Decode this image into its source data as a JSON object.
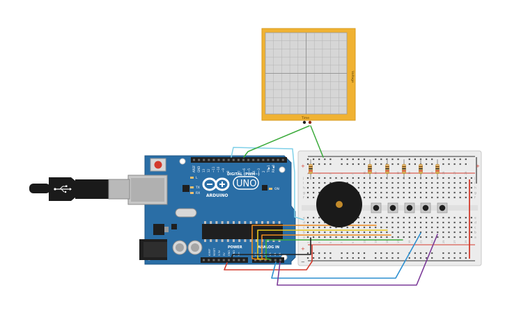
{
  "arduino": {
    "brand": "ARDUINO",
    "model": "UNO",
    "header_digital": "DIGITAL (PWM~)",
    "header_power": "POWER",
    "header_analog": "ANALOG IN",
    "pin_aref": "AREF",
    "pin_gnd": "GND",
    "pin_13": "13",
    "pin_12": "12",
    "pin_11": "~11",
    "pin_10": "~10",
    "pin_9": "~9",
    "pin_8": "8",
    "pin_7": "7",
    "pin_6": "~6",
    "pin_5": "~5",
    "pin_4": "4",
    "pin_3": "~3",
    "pin_2": "2",
    "pin_tx": "TX▶1",
    "pin_rx": "RX◀0",
    "led_l": "L",
    "led_tx": "TX",
    "led_rx": "RX",
    "led_on": "ON",
    "pw_ioref": "IOREF",
    "pw_reset": "RESET",
    "pw_3v3": "3.3V",
    "pw_5v": "5V",
    "pw_gnd1": "GND",
    "pw_gnd2": "GND",
    "pw_vin": "Vin",
    "an_a0": "A0",
    "an_a1": "A1",
    "an_a2": "A2",
    "an_a3": "A3",
    "an_a4": "A4",
    "an_a5": "A5"
  },
  "oscilloscope": {
    "x_label": "Time",
    "y_label": "Voltage"
  },
  "breadboard": {
    "rows_top": [
      "j",
      "i",
      "h",
      "g",
      "f"
    ],
    "rows_bottom": [
      "e",
      "d",
      "c",
      "b",
      "a"
    ],
    "plus": "+",
    "minus": "−",
    "col_numbers": [
      "1",
      "3",
      "5",
      "7",
      "9",
      "11",
      "13",
      "15",
      "17",
      "19",
      "21",
      "23",
      "25",
      "27",
      "29"
    ]
  },
  "colors": {
    "board": "#2a6ea6",
    "breadboard": "#ececec",
    "scope_frame": "#f0b232",
    "wire_red": "#d33a2c",
    "wire_green": "#3aaa3a",
    "wire_blue": "#2d8fd0",
    "wire_purple": "#7b3a98",
    "wire_orange": "#ec8a1f",
    "wire_yellow": "#e9c81c",
    "wire_lightblue": "#7fd0e8"
  }
}
